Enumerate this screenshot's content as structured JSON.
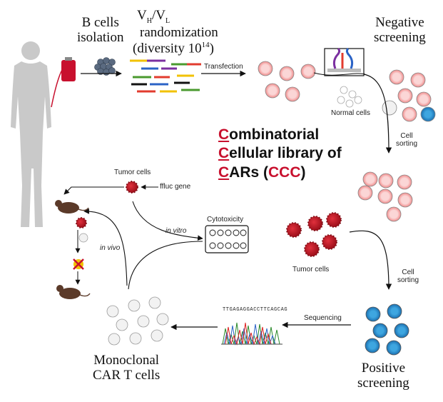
{
  "labels": {
    "b_cells": "B cells",
    "isolation": "isolation",
    "vh_sub": "H",
    "vl_sub": "L",
    "randomization": "randomization",
    "diversity_prefix": "(diversity 10",
    "diversity_exp": "14",
    "diversity_suffix": ")",
    "transfection": "Transfection",
    "negative": "Negative",
    "screening": "screening",
    "normal_cells": "Normal cells",
    "cell": "Cell",
    "sorting": "sorting",
    "tumor_cells": "Tumor cells",
    "ffluc_gene": "ffluc gene",
    "cytotoxicity": "Cytotoxicity",
    "in_vitro": "in vitro",
    "in_vivo": "in vivo",
    "sequence": "TTGAGAGGACCTTCAGCAG",
    "sequencing": "Sequencing",
    "monoclonal": "Monoclonal",
    "car_t_cells": "CAR T cells",
    "positive": "Positive"
  },
  "title": {
    "c1": "C",
    "rest1": "ombinatorial",
    "c2": "C",
    "rest2": "ellular library of",
    "c3": "C",
    "rest3a": "ARs (",
    "ccc": "CCC",
    "rest3b": ")"
  },
  "colors": {
    "accent_red": "#c8102e",
    "tumor_red": "#9c0f1a",
    "positive_blue": "#1b6fb0",
    "negative_pink": "#f08a8a"
  }
}
